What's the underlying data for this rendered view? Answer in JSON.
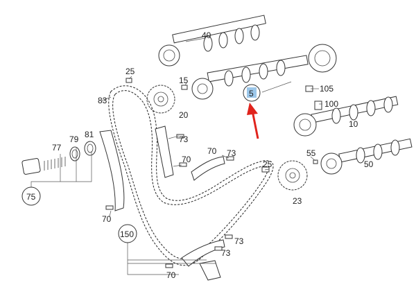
{
  "diagram": {
    "callouts": {
      "c40": "40",
      "c25a": "25",
      "c15": "15",
      "c83": "83",
      "c20": "20",
      "c5": "5",
      "c105": "105",
      "c100": "100",
      "c10": "10",
      "c73a": "73",
      "c73b": "73",
      "c73c": "73",
      "c73d": "73",
      "c70a": "70",
      "c70b": "70",
      "c70c": "70",
      "c70d": "70",
      "c55": "55",
      "c50": "50",
      "c25b": "25",
      "c23": "23",
      "c77": "77",
      "c79": "79",
      "c81": "81",
      "c75": "75",
      "c150": "150"
    },
    "highlight": {
      "part_number": "5",
      "highlight_color": "#9cc7ea",
      "arrow_color": "#e0231c"
    }
  }
}
